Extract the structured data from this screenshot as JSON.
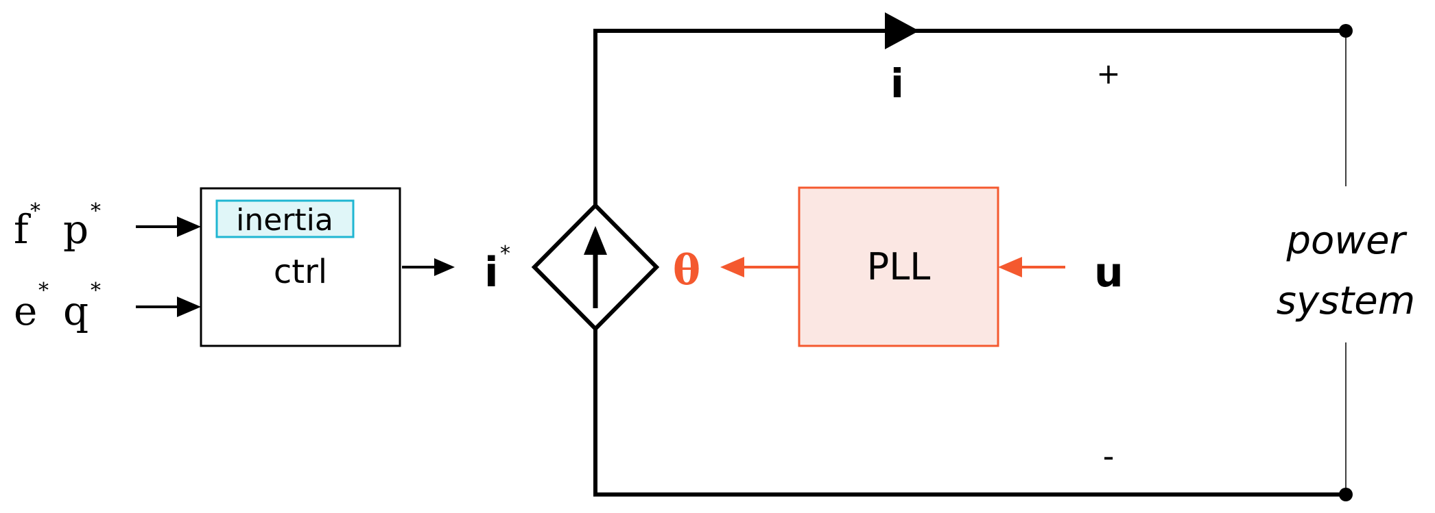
{
  "inputs": {
    "f": "f",
    "p": "p",
    "e": "e",
    "q": "q",
    "star": "*"
  },
  "controller": {
    "inertia_label": "inertia",
    "ctrl_label": "ctrl"
  },
  "current_ref": {
    "symbol": "i",
    "star": "*"
  },
  "theta_label": "θ",
  "pll_label": "PLL",
  "voltage_label": "u",
  "current_label": "i",
  "plus_label": "+",
  "minus_label": "-",
  "power_system": {
    "line1": "power",
    "line2": "system"
  },
  "colors": {
    "black": "#000000",
    "orange": "#f4592f",
    "pll_fill": "#fbe7e3",
    "inertia_border": "#1fb6d2",
    "inertia_fill": "#e0f6f8"
  }
}
